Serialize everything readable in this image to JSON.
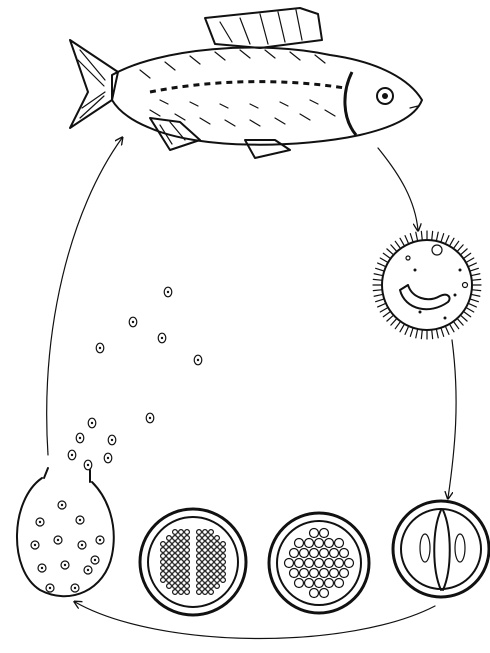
{
  "diagram": {
    "stages": [
      {
        "id": "adult-fish",
        "label": ""
      },
      {
        "id": "trophont",
        "label": ""
      },
      {
        "id": "tomont-early",
        "label": ""
      },
      {
        "id": "tomont-dividing",
        "label": ""
      },
      {
        "id": "tomont-late",
        "label": ""
      },
      {
        "id": "cyst-release",
        "label": ""
      }
    ],
    "colors": {
      "ink": "#111111",
      "paper": "#ffffff"
    }
  }
}
